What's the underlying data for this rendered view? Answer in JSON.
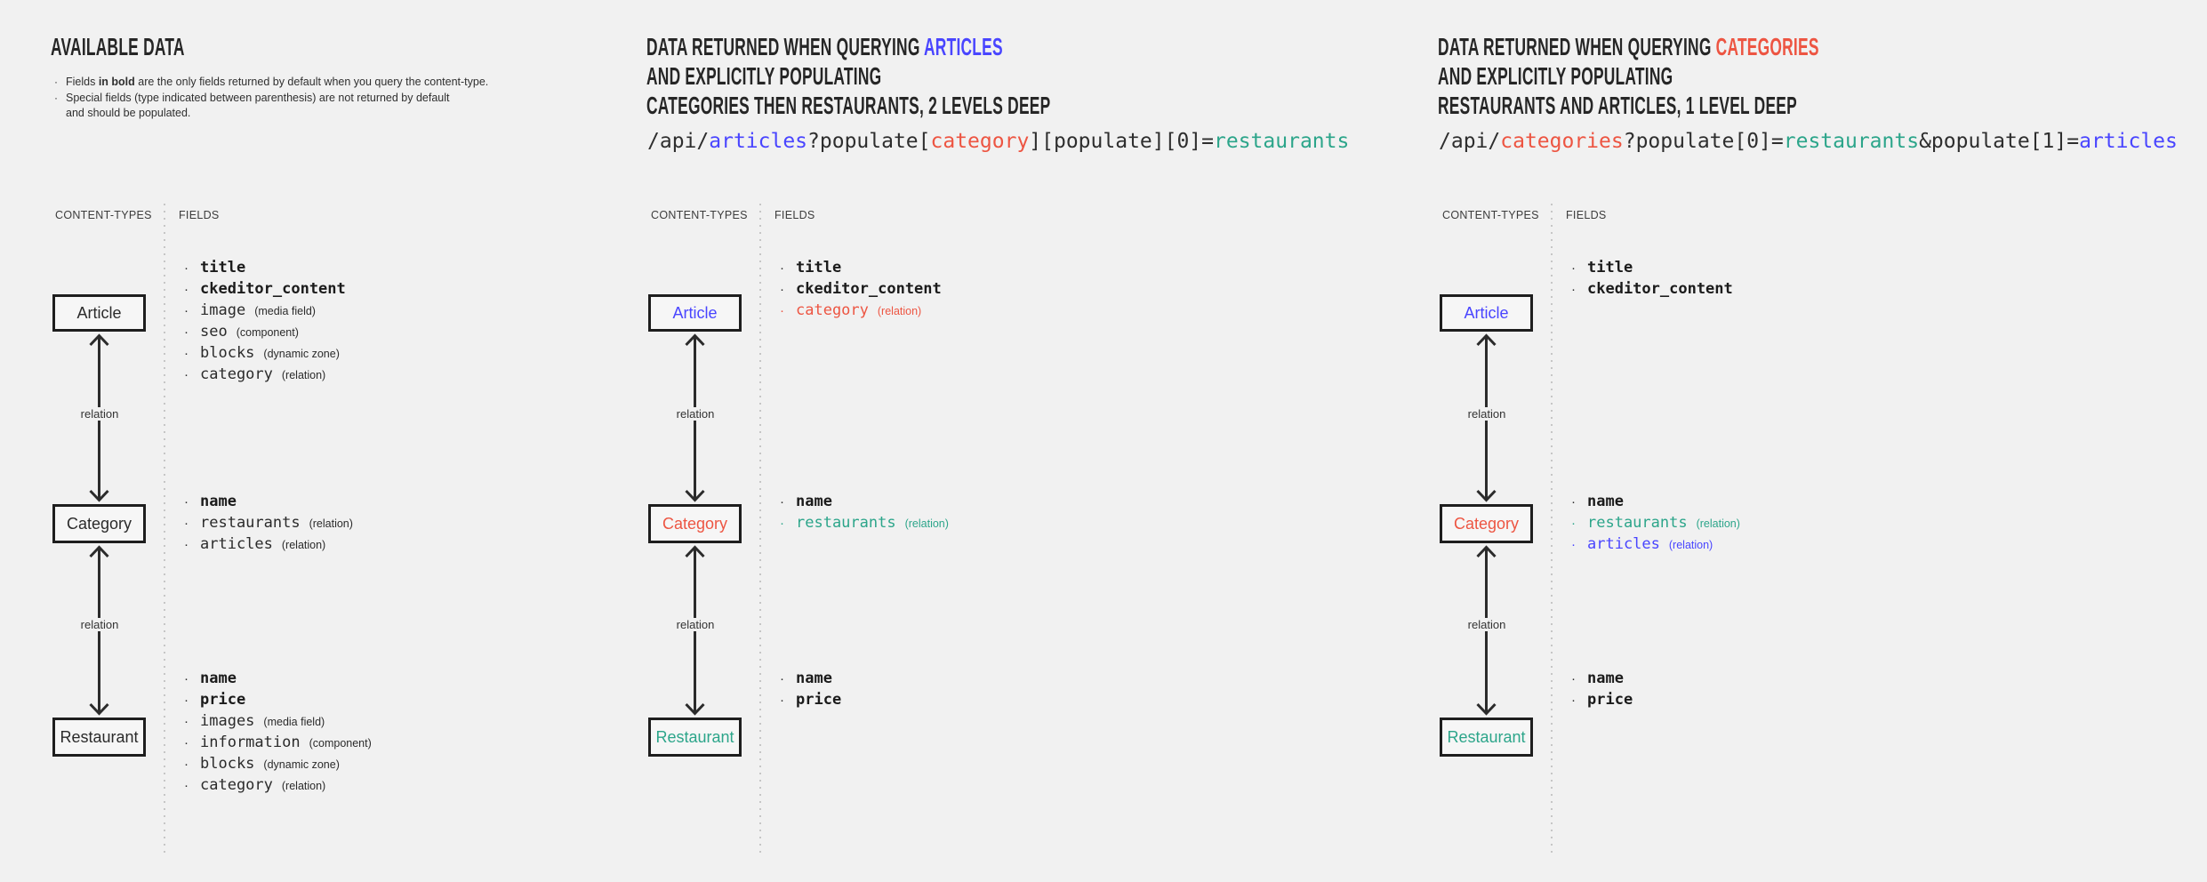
{
  "palette": {
    "dark": "#2b2b2b",
    "blue": "#4945ff",
    "red": "#ed5542",
    "teal": "#2ca58a",
    "background": "#f1f1f1"
  },
  "relation_label": "relation",
  "panels": [
    {
      "id": "available-data",
      "title_lines": [
        [
          {
            "text": "AVAILABLE DATA"
          }
        ]
      ],
      "notes": [
        {
          "bullet": true,
          "segments": [
            {
              "text": "Fields "
            },
            {
              "text": "in bold",
              "bold": true
            },
            {
              "text": " are the only fields returned by default when you query the content-type."
            }
          ]
        },
        {
          "bullet": true,
          "segments": [
            {
              "text": "Special fields (type indicated between parenthesis) are not returned by default"
            }
          ]
        },
        {
          "bullet": false,
          "segments": [
            {
              "text": "and should be populated."
            }
          ]
        }
      ],
      "columns": {
        "left": "CONTENT-TYPES",
        "right": "FIELDS"
      },
      "nodes": [
        {
          "label": "Article",
          "color": "dark",
          "fields": [
            {
              "name": "title",
              "bold": true
            },
            {
              "name": "ckeditor_content",
              "bold": true
            },
            {
              "name": "image",
              "type": "(media field)"
            },
            {
              "name": "seo",
              "type": "(component)"
            },
            {
              "name": "blocks",
              "type": "(dynamic zone)"
            },
            {
              "name": "category",
              "type": "(relation)"
            }
          ]
        },
        {
          "label": "Category",
          "color": "dark",
          "fields": [
            {
              "name": "name",
              "bold": true
            },
            {
              "name": "restaurants",
              "type": "(relation)"
            },
            {
              "name": "articles",
              "type": "(relation)"
            }
          ]
        },
        {
          "label": "Restaurant",
          "color": "dark",
          "fields": [
            {
              "name": "name",
              "bold": true
            },
            {
              "name": "price",
              "bold": true
            },
            {
              "name": "images",
              "type": "(media field)"
            },
            {
              "name": "information",
              "type": "(component)"
            },
            {
              "name": "blocks",
              "type": "(dynamic zone)"
            },
            {
              "name": "category",
              "type": "(relation)"
            }
          ]
        }
      ]
    },
    {
      "id": "query-articles",
      "title_lines": [
        [
          {
            "text": "DATA RETURNED WHEN QUERYING "
          },
          {
            "text": "ARTICLES",
            "color": "blue"
          }
        ],
        [
          {
            "text": "AND EXPLICITLY POPULATING"
          }
        ],
        [
          {
            "text": "CATEGORIES THEN RESTAURANTS, 2 LEVELS DEEP"
          }
        ]
      ],
      "code": [
        {
          "text": "/api/"
        },
        {
          "text": "articles",
          "color": "blue"
        },
        {
          "text": "?populate["
        },
        {
          "text": "category",
          "color": "red"
        },
        {
          "text": "][populate][0]="
        },
        {
          "text": "restaurants",
          "color": "teal"
        }
      ],
      "columns": {
        "left": "CONTENT-TYPES",
        "right": "FIELDS"
      },
      "nodes": [
        {
          "label": "Article",
          "color": "blue",
          "fields": [
            {
              "name": "title",
              "bold": true
            },
            {
              "name": "ckeditor_content",
              "bold": true
            },
            {
              "name": "category",
              "type": "(relation)",
              "color": "red"
            }
          ]
        },
        {
          "label": "Category",
          "color": "red",
          "fields": [
            {
              "name": "name",
              "bold": true
            },
            {
              "name": "restaurants",
              "type": "(relation)",
              "color": "teal"
            }
          ]
        },
        {
          "label": "Restaurant",
          "color": "teal",
          "fields": [
            {
              "name": "name",
              "bold": true
            },
            {
              "name": "price",
              "bold": true
            }
          ]
        }
      ]
    },
    {
      "id": "query-categories",
      "title_lines": [
        [
          {
            "text": "DATA RETURNED WHEN QUERYING "
          },
          {
            "text": "CATEGORIES",
            "color": "red"
          }
        ],
        [
          {
            "text": "AND EXPLICITLY POPULATING"
          }
        ],
        [
          {
            "text": "RESTAURANTS AND ARTICLES, 1 LEVEL DEEP"
          }
        ]
      ],
      "code": [
        {
          "text": "/api/"
        },
        {
          "text": "categories",
          "color": "red"
        },
        {
          "text": "?populate[0]="
        },
        {
          "text": "restaurants",
          "color": "teal"
        },
        {
          "text": "&populate[1]="
        },
        {
          "text": "articles",
          "color": "blue"
        }
      ],
      "columns": {
        "left": "CONTENT-TYPES",
        "right": "FIELDS"
      },
      "nodes": [
        {
          "label": "Article",
          "color": "blue",
          "fields": [
            {
              "name": "title",
              "bold": true
            },
            {
              "name": "ckeditor_content",
              "bold": true
            }
          ]
        },
        {
          "label": "Category",
          "color": "red",
          "fields": [
            {
              "name": "name",
              "bold": true
            },
            {
              "name": "restaurants",
              "type": "(relation)",
              "color": "teal"
            },
            {
              "name": "articles",
              "type": "(relation)",
              "color": "blue"
            }
          ]
        },
        {
          "label": "Restaurant",
          "color": "teal",
          "fields": [
            {
              "name": "name",
              "bold": true
            },
            {
              "name": "price",
              "bold": true
            }
          ]
        }
      ]
    }
  ]
}
